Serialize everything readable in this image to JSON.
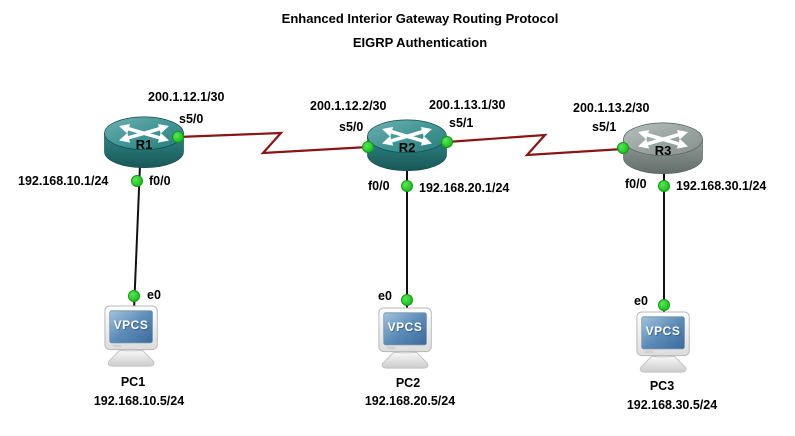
{
  "title": {
    "line1": "Enhanced Interior Gateway Routing Protocol",
    "line2": "EIGRP Authentication"
  },
  "colors": {
    "background": "#ffffff",
    "serial_link": "#8b1414",
    "ethernet_link": "#111111",
    "port_status_up_green": "#2fd32f",
    "router_teal": "#2e8080",
    "router_gray": "#8a9694",
    "pc_screen_blue": "#4b7fae",
    "label_text": "#000000"
  },
  "routers": {
    "r1": {
      "name": "R1",
      "serial_ip": "200.1.12.1/30",
      "serial_if": "s5/0",
      "lan_if": "f0/0",
      "lan_ip": "192.168.10.1/24"
    },
    "r2": {
      "name": "R2",
      "serial_left_ip": "200.1.12.2/30",
      "serial_left_if": "s5/0",
      "serial_right_ip": "200.1.13.1/30",
      "serial_right_if": "s5/1",
      "lan_if": "f0/0",
      "lan_ip": "192.168.20.1/24"
    },
    "r3": {
      "name": "R3",
      "serial_ip": "200.1.13.2/30",
      "serial_if": "s5/1",
      "lan_if": "f0/0",
      "lan_ip": "192.168.30.1/24"
    }
  },
  "pcs": {
    "pc1": {
      "name": "PC1",
      "screen_label": "VPCS",
      "nic_if": "e0",
      "ip": "192.168.10.5/24"
    },
    "pc2": {
      "name": "PC2",
      "screen_label": "VPCS",
      "nic_if": "e0",
      "ip": "192.168.20.5/24"
    },
    "pc3": {
      "name": "PC3",
      "screen_label": "VPCS",
      "nic_if": "e0",
      "ip": "192.168.30.5/24"
    }
  },
  "links": [
    {
      "type": "serial",
      "from": "R1 s5/0",
      "to": "R2 s5/0"
    },
    {
      "type": "serial",
      "from": "R2 s5/1",
      "to": "R3 s5/1"
    },
    {
      "type": "ethernet",
      "from": "R1 f0/0",
      "to": "PC1 e0"
    },
    {
      "type": "ethernet",
      "from": "R2 f0/0",
      "to": "PC2 e0"
    },
    {
      "type": "ethernet",
      "from": "R3 f0/0",
      "to": "PC3 e0"
    }
  ]
}
